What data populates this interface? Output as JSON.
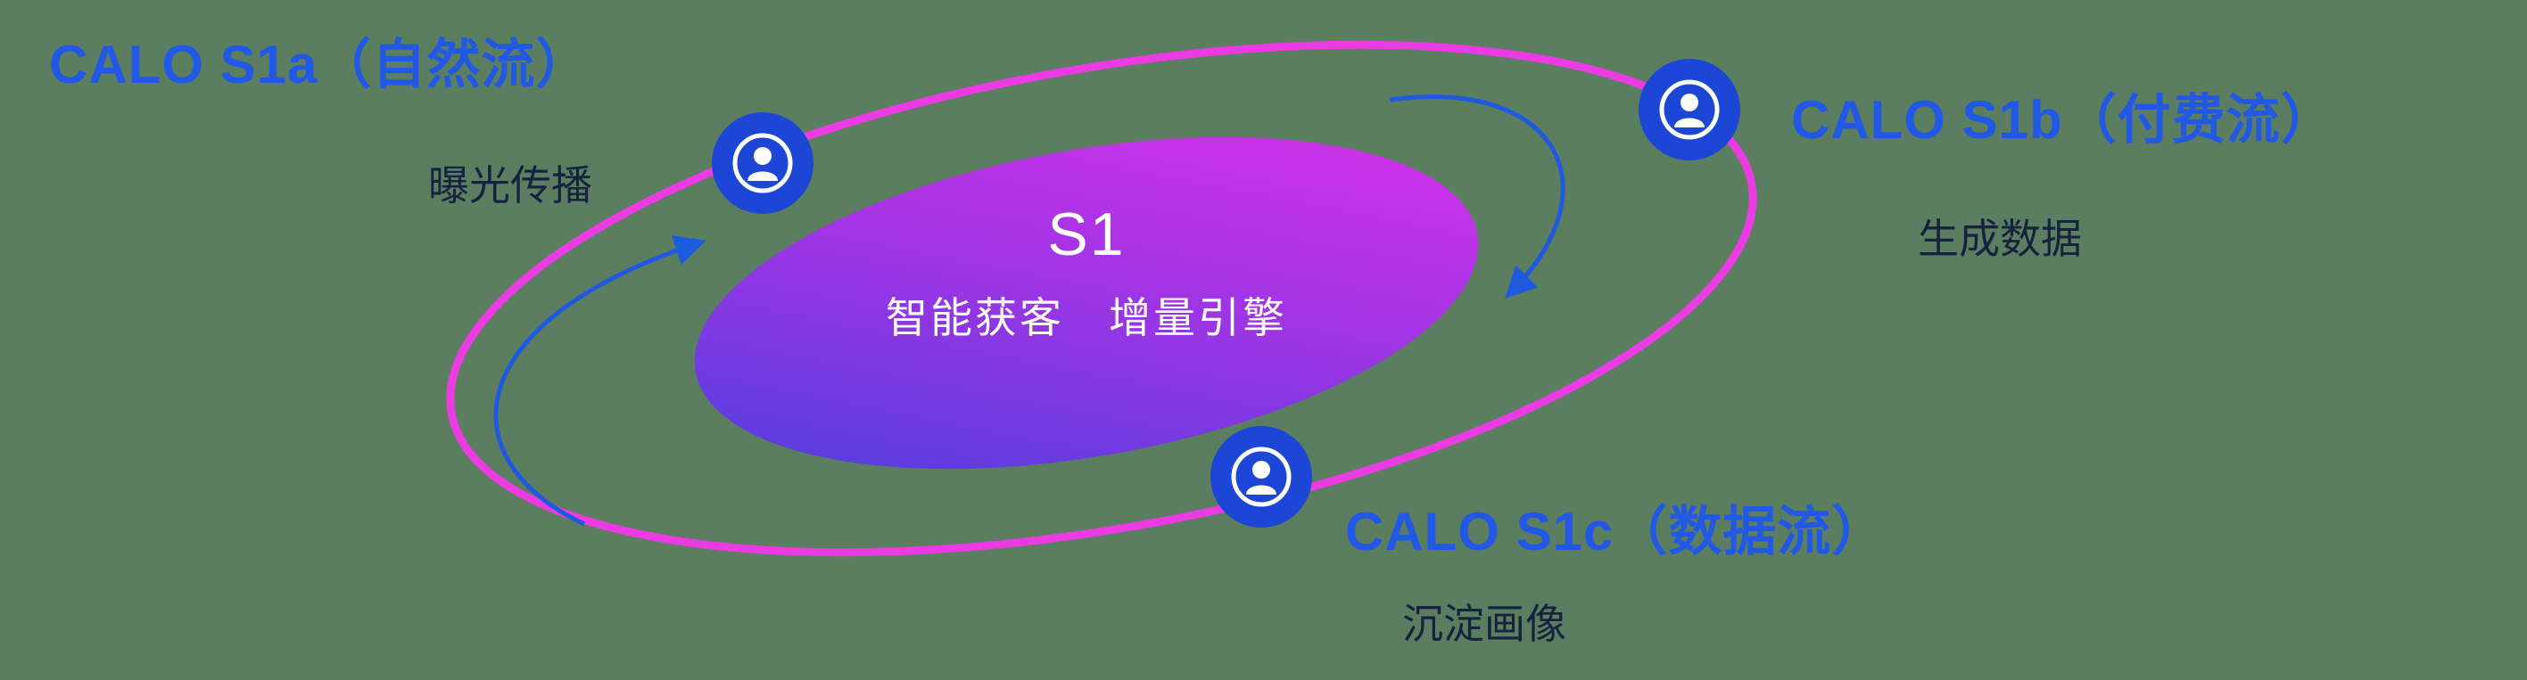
{
  "background": "#5b7d60",
  "colors": {
    "label_blue": "#2159e6",
    "label_dark": "#16233f",
    "ring_pink": "#ea3ce2",
    "node_blue": "#1c46d6",
    "center_gradient_start": "#4340dd",
    "center_gradient_end": "#df31ea",
    "arrow_blue": "#1e5ae0",
    "center_text": "#ffffff"
  },
  "center": {
    "title": "S1",
    "subtitle": "智能获客　增量引擎"
  },
  "nodes": [
    {
      "id": "s1a",
      "title": "CALO S1a（自然流）",
      "subtitle": "曝光传播",
      "icon": "user-icon"
    },
    {
      "id": "s1b",
      "title": "CALO S1b（付费流）",
      "subtitle": "生成数据",
      "icon": "user-icon"
    },
    {
      "id": "s1c",
      "title": "CALO S1c（数据流）",
      "subtitle": "沉淀画像",
      "icon": "user-icon"
    }
  ],
  "arrows": [
    {
      "name": "flow-arrow-left-up"
    },
    {
      "name": "flow-arrow-top-right-down"
    }
  ]
}
